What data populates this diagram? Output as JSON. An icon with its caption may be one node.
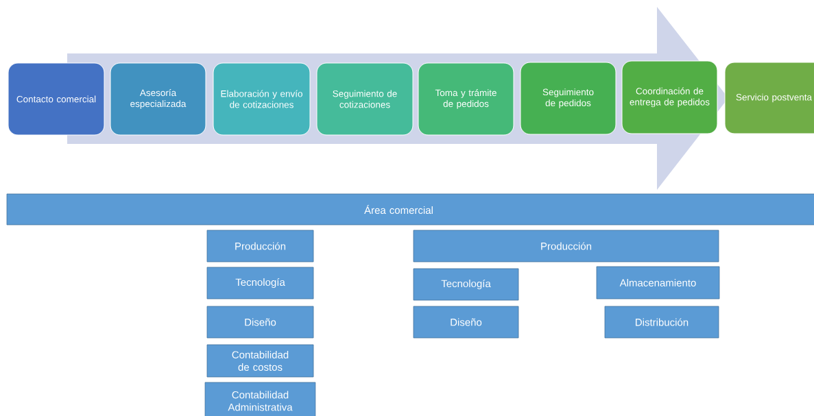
{
  "diagram": {
    "nodes": [
      {
        "text": [
          "Contacto comercial"
        ]
      },
      {
        "text": [
          "Asesoría especializada"
        ]
      },
      {
        "text": [
          "Elaboración y envío de cotizaciones"
        ]
      },
      {
        "text": [
          "Seguimiento de cotizaciones"
        ]
      },
      {
        "text": [
          "Toma y trámite de pedidos"
        ]
      },
      {
        "text": [
          "Seguimiento de pedidos"
        ]
      },
      {
        "text": [
          "Coordinación de entrega de pedidos"
        ]
      },
      {
        "text": [
          "Servicio postventa"
        ]
      },
      {
        "text": [
          "Área comercial"
        ]
      },
      {
        "text": [
          "Producción"
        ]
      },
      {
        "text": [
          "Tecnología"
        ]
      },
      {
        "text": [
          "Diseño"
        ]
      },
      {
        "text": [
          "Contabilidad de costos"
        ]
      },
      {
        "text": [
          "Contabilidad Administrativa"
        ]
      },
      {
        "text": [
          "Producción"
        ]
      },
      {
        "text": [
          "Tecnología"
        ]
      },
      {
        "text": [
          "Diseño"
        ]
      },
      {
        "text": [
          "Almacenamiento"
        ]
      },
      {
        "text": [
          "Distribución"
        ]
      }
    ]
  }
}
